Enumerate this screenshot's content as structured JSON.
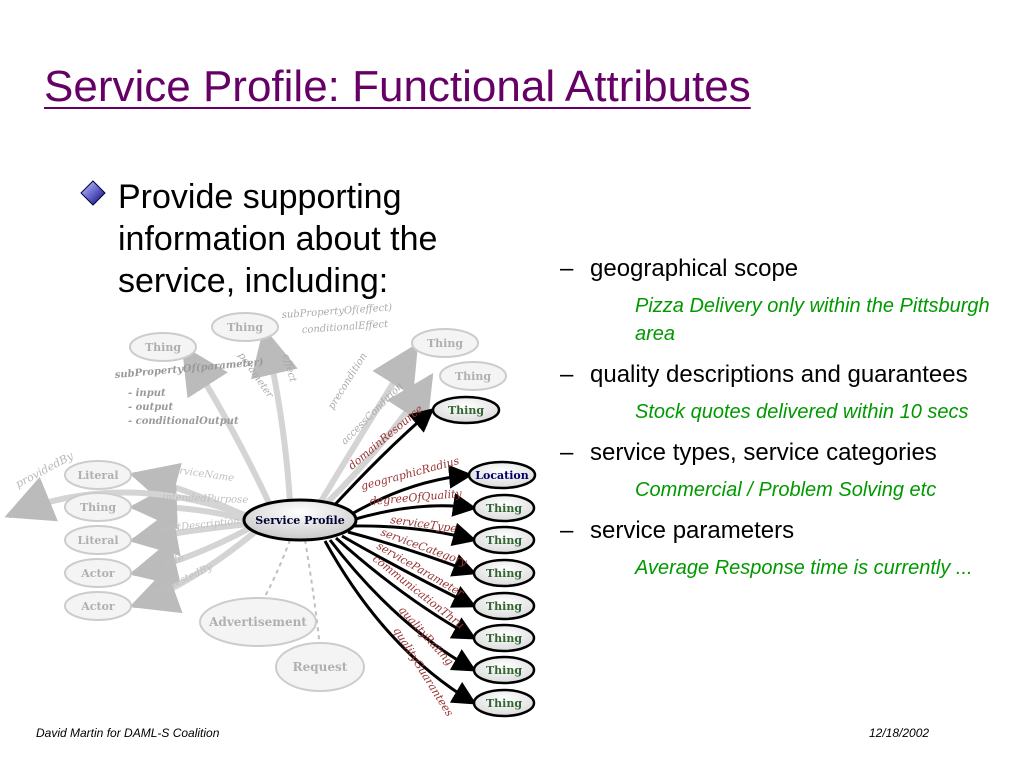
{
  "title": "Service Profile: Functional Attributes",
  "bullet": {
    "text": "Provide supporting information about the service, including:"
  },
  "subitems": [
    {
      "label": "geographical scope",
      "example": "Pizza Delivery only within the Pittsburgh area"
    },
    {
      "label": "quality descriptions and guarantees",
      "example": "Stock quotes delivered within 10 secs"
    },
    {
      "label": "service types, service categories",
      "example": "Commercial / Problem Solving etc"
    },
    {
      "label": "service parameters",
      "example": "Average Response time is currently ..."
    }
  ],
  "dash": "–",
  "footer": {
    "left": "David Martin for DAML-S Coalition",
    "right": "12/18/2002"
  },
  "diagram": {
    "center": "Service Profile",
    "left_nodes": [
      "Literal",
      "Thing",
      "Literal",
      "Actor",
      "Actor"
    ],
    "left_labels": [
      "serviceName",
      "intendedPurpose",
      "textDescription",
      "role",
      "requestedBy"
    ],
    "top_nodes": [
      "Thing",
      "Thing"
    ],
    "top_labels": [
      "subPropertyOf(effect)",
      "conditionalEffect",
      "parameter",
      "effect"
    ],
    "subprop_block": [
      "subPropertyOf(parameter)",
      "- input",
      "- output",
      "- conditionalOutput"
    ],
    "provided_by": "providedBy",
    "right_upper_nodes": [
      "Thing",
      "Thing",
      "Thing"
    ],
    "right_upper_labels": [
      "precondition",
      "accessCondition",
      "domainResource"
    ],
    "location_node": "Location",
    "geo_label": "geographicRadius",
    "right_nodes": [
      "Thing",
      "Thing",
      "Thing",
      "Thing",
      "Thing",
      "Thing",
      "Thing"
    ],
    "right_labels": [
      "degreeOfQuality",
      "serviceType",
      "serviceCategory",
      "serviceParameter",
      "communicationThru",
      "qualityRating",
      "qualityGuarantees"
    ],
    "bottom_nodes": [
      "Advertisement",
      "Request"
    ]
  }
}
